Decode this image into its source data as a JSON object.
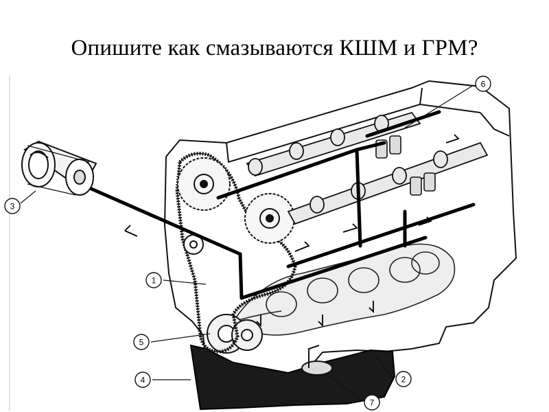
{
  "slide": {
    "title": "Опишите как смазываются КШМ и ГРМ?"
  },
  "diagram": {
    "callouts": [
      {
        "id": "1",
        "label": "1"
      },
      {
        "id": "2",
        "label": "2"
      },
      {
        "id": "3",
        "label": "3"
      },
      {
        "id": "4",
        "label": "4"
      },
      {
        "id": "5",
        "label": "5"
      },
      {
        "id": "6",
        "label": "6"
      },
      {
        "id": "7",
        "label": "7"
      }
    ]
  }
}
